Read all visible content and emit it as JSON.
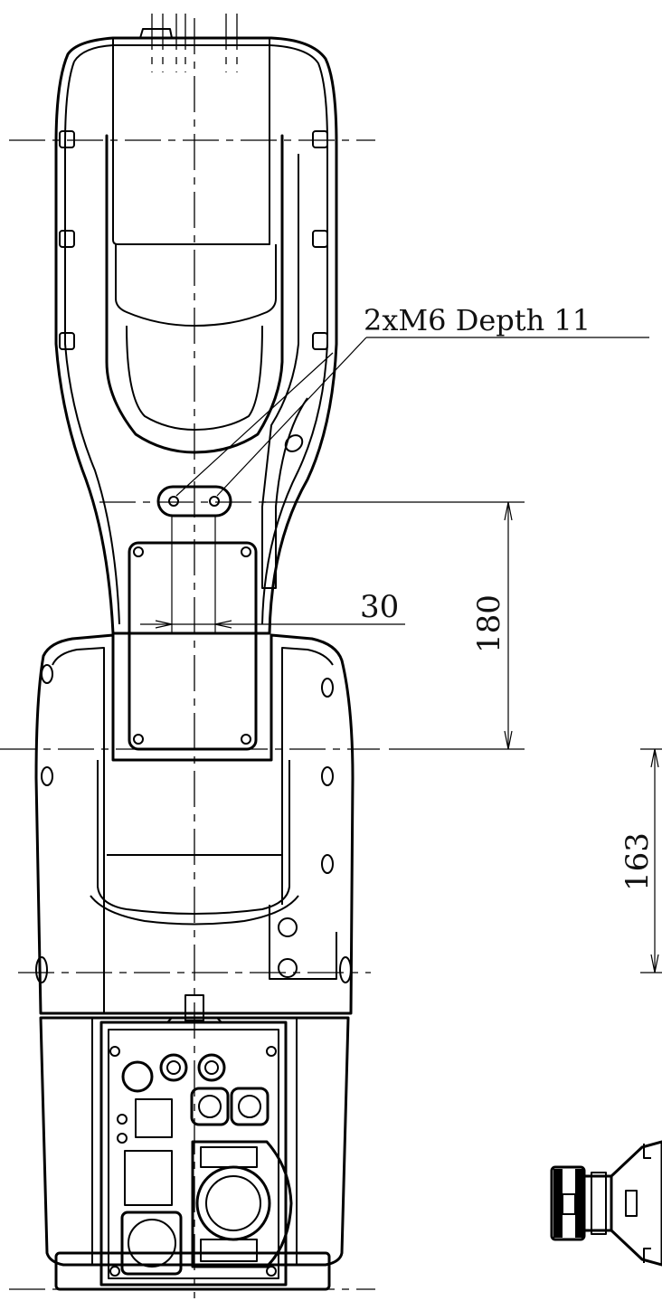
{
  "annotation": {
    "holes_label": "2xM6 Depth 11"
  },
  "dimensions": {
    "hole_spacing": "30",
    "hole_to_axis": "180",
    "axis_to_axis": "163"
  }
}
